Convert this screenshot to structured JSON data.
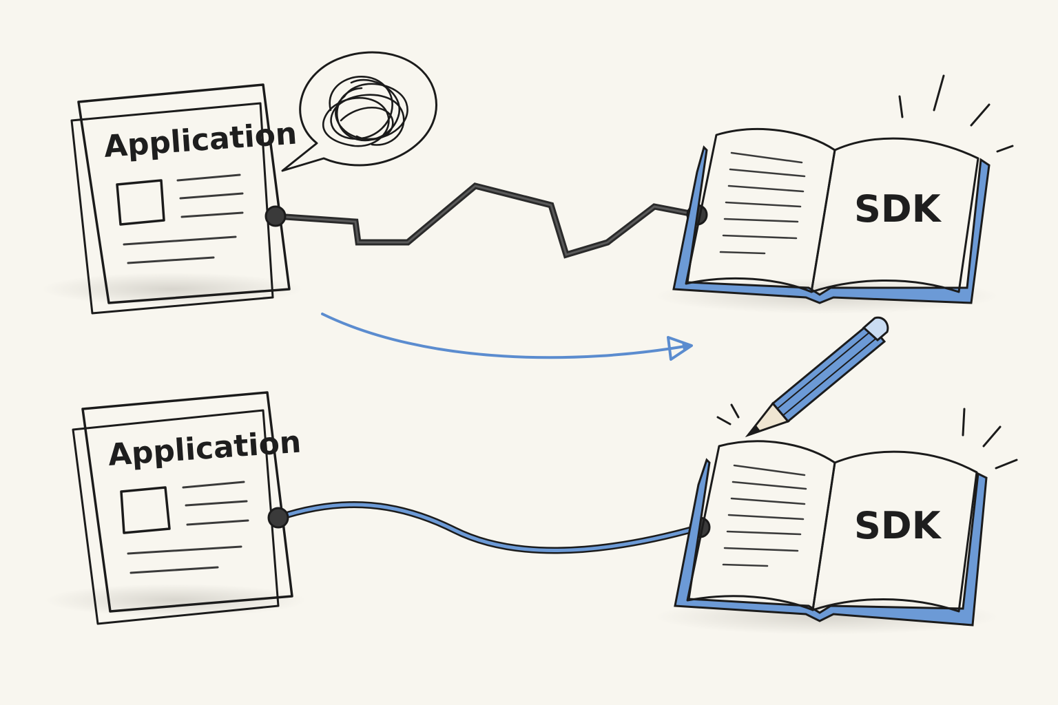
{
  "top_row": {
    "app_label": "Application",
    "sdk_label": "SDK"
  },
  "bottom_row": {
    "app_label": "Application",
    "sdk_label": "SDK"
  },
  "colors": {
    "background": "#f8f6ef",
    "ink": "#1b1b1b",
    "accent_blue": "#5b8ccf",
    "book_blue": "#6c9ad6"
  },
  "icons": {
    "thought_bubble": "tangled-thought-bubble-icon",
    "arrow": "curved-arrow-icon",
    "pencil": "pencil-icon"
  }
}
